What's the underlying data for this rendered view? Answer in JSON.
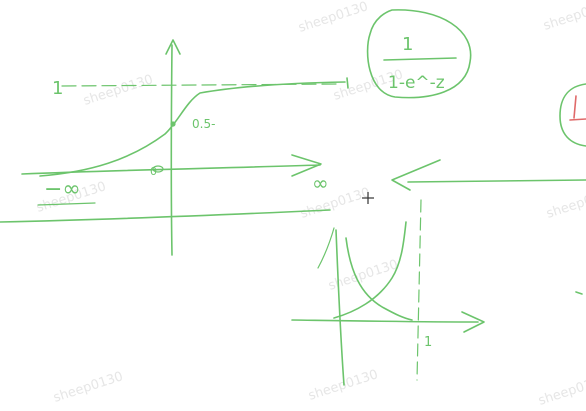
{
  "watermark": {
    "text": "sheep0130"
  },
  "notes": {
    "one_label": "1",
    "formula_numerator": "1",
    "formula_denominator": "1-e^-z",
    "midpoint_label": "0.5-",
    "origin_label": "0",
    "minus_infinity_label": "−∞",
    "infinity_label": "∞",
    "tick_one_label": "1"
  },
  "colors": {
    "ink": "#6cc46c",
    "watermark": "#e6e6e6",
    "red_ink": "#e06a6a",
    "cursor": "#333333"
  },
  "cursor_icon": "crosshair-cursor-icon"
}
